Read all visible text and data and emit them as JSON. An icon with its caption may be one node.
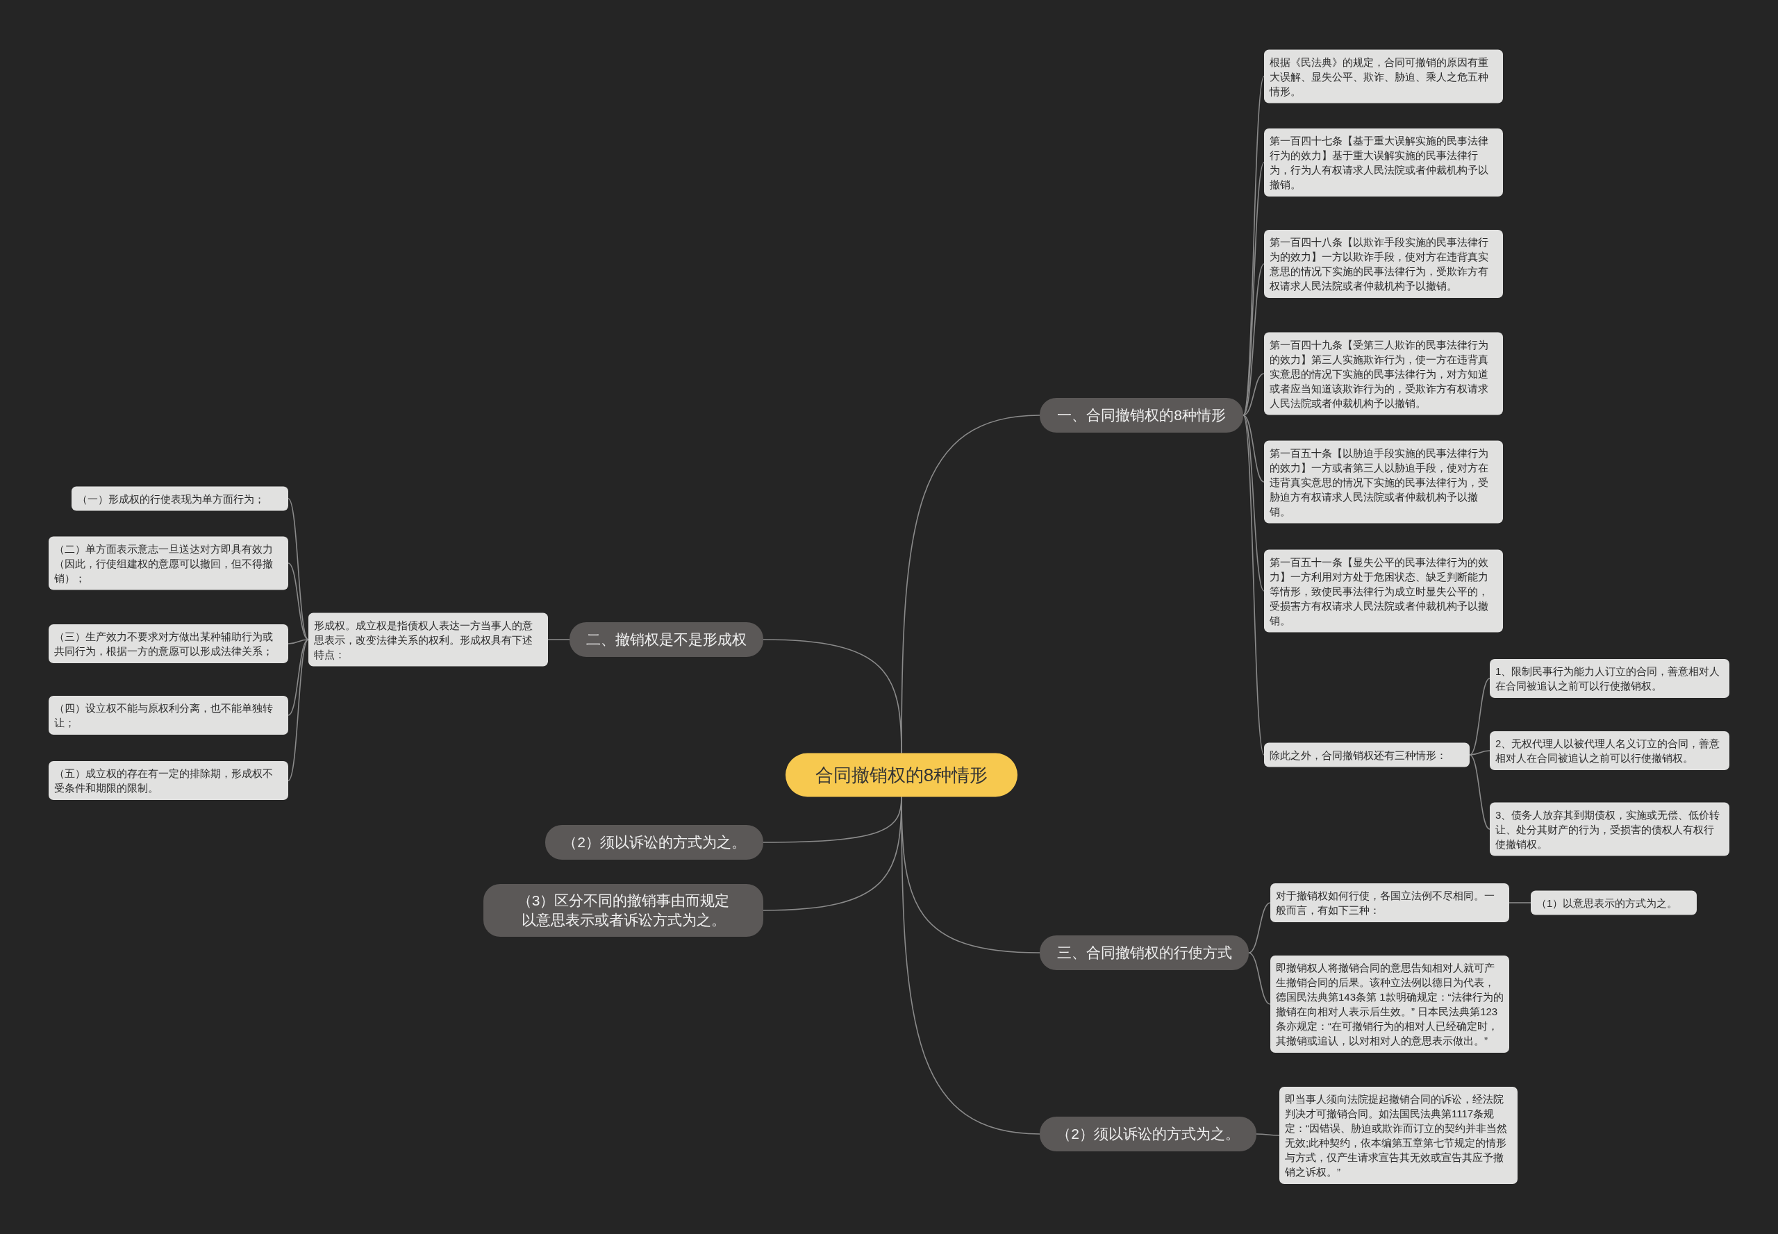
{
  "diagram": {
    "nodes": [
      {
        "text": [
          "合同撤销权的8种情形"
        ]
      },
      {
        "text": [
          "一、合同撤销权的8种情形"
        ]
      },
      {
        "text": [
          "根据《民法典》的规定，合同可撤销的原因有重大误解、显失公平、欺诈、胁迫、乘人之危五种情形。"
        ]
      },
      {
        "text": [
          "第一百四十七条【基于重大误解实施的民事法律行为的效力】基于重大误解实施的民事法律行为，行为人有权请求人民法院或者仲裁机构予以撤销。"
        ]
      },
      {
        "text": [
          "第一百四十八条【以欺诈手段实施的民事法律行为的效力】一方以欺诈手段，使对方在违背真实意思的情况下实施的民事法律行为，受欺诈方有权请求人民法院或者仲裁机构予以撤销。"
        ]
      },
      {
        "text": [
          "第一百四十九条【受第三人欺诈的民事法律行为的效力】第三人实施欺诈行为，使一方在违背真实意思的情况下实施的民事法律行为，对方知道或者应当知道该欺诈行为的，受欺诈方有权请求人民法院或者仲裁机构予以撤销。"
        ]
      },
      {
        "text": [
          "第一百五十条【以胁迫手段实施的民事法律行为的效力】一方或者第三人以胁迫手段，使对方在违背真实意思的情况下实施的民事法律行为，受胁迫方有权请求人民法院或者仲裁机构予以撤销。"
        ]
      },
      {
        "text": [
          "第一百五十一条【显失公平的民事法律行为的效力】一方利用对方处于危困状态、缺乏判断能力等情形，致使民事法律行为成立时显失公平的，受损害方有权请求人民法院或者仲裁机构予以撤销。"
        ]
      },
      {
        "text": [
          "除此之外，合同撤销权还有三种情形："
        ]
      },
      {
        "text": [
          "1、限制民事行为能力人订立的合同，善意相对人在合同被追认之前可以行使撤销权。"
        ]
      },
      {
        "text": [
          "2、无权代理人以被代理人名义订立的合同，善意相对人在合同被追认之前可以行使撤销权。"
        ]
      },
      {
        "text": [
          "3、债务人放弃其到期债权，实施或无偿、低价转让、处分其财产的行为，受损害的债权人有权行使撤销权。"
        ]
      },
      {
        "text": [
          "二、撤销权是不是形成权"
        ]
      },
      {
        "text": [
          "形成权。成立权是指债权人表达一方当事人的意思表示，改变法律关系的权利。形成权具有下述特点："
        ]
      },
      {
        "text": [
          "（一）形成权的行使表现为单方面行为；"
        ]
      },
      {
        "text": [
          "（二）单方面表示意志一旦送达对方即具有效力（因此，行使组建权的意愿可以撤回，但不得撤销）；"
        ]
      },
      {
        "text": [
          "（三）生产效力不要求对方做出某种辅助行为或共同行为，根据一方的意愿可以形成法律关系；"
        ]
      },
      {
        "text": [
          "（四）设立权不能与原权利分离，也不能单独转让；"
        ]
      },
      {
        "text": [
          "（五）成立权的存在有一定的排除期，形成权不受条件和期限的限制。"
        ]
      },
      {
        "text": [
          "（2）须以诉讼的方式为之。"
        ]
      },
      {
        "text": [
          "（3）区分不同的撤销事由而规定以意思表示或者诉讼方式为之。"
        ]
      },
      {
        "text": [
          "三、合同撤销权的行使方式"
        ]
      },
      {
        "text": [
          "对于撤销权如何行使，各国立法例不尽相同。一般而言，有如下三种："
        ]
      },
      {
        "text": [
          "（1）以意思表示的方式为之。"
        ]
      },
      {
        "text": [
          "即撤销权人将撤销合同的意思告知相对人就可产生撤销合同的后果。该种立法例以德日为代表，德国民法典第143条第 1款明确规定：“法律行为的撤销在向相对人表示后生效。” 日本民法典第123条亦规定：“在可撤销行为的相对人已经确定时，其撤销或追认，以对相对人的意思表示做出。”"
        ]
      },
      {
        "text": [
          "（2）须以诉讼的方式为之。"
        ]
      },
      {
        "text": [
          "即当事人须向法院提起撤销合同的诉讼，经法院判决才可撤销合同。如法国民法典第1117条规定：“因错误、胁迫或欺诈而订立的契约并非当然无效;此种契约，依本编第五章第七节规定的情形与方式，仅产生请求宣告其无效或宣告其应予撤销之诉权。”"
        ]
      }
    ],
    "edges": [
      {
        "from": 0,
        "to": 1,
        "arrow": "none"
      },
      {
        "from": 1,
        "to": 2,
        "arrow": "none"
      },
      {
        "from": 1,
        "to": 3,
        "arrow": "none"
      },
      {
        "from": 1,
        "to": 4,
        "arrow": "none"
      },
      {
        "from": 1,
        "to": 5,
        "arrow": "none"
      },
      {
        "from": 1,
        "to": 6,
        "arrow": "none"
      },
      {
        "from": 1,
        "to": 7,
        "arrow": "none"
      },
      {
        "from": 1,
        "to": 8,
        "arrow": "none"
      },
      {
        "from": 8,
        "to": 9,
        "arrow": "none"
      },
      {
        "from": 8,
        "to": 10,
        "arrow": "none"
      },
      {
        "from": 8,
        "to": 11,
        "arrow": "none"
      },
      {
        "from": 0,
        "to": 12,
        "arrow": "none"
      },
      {
        "from": 12,
        "to": 13,
        "arrow": "none"
      },
      {
        "from": 13,
        "to": 14,
        "arrow": "none"
      },
      {
        "from": 13,
        "to": 15,
        "arrow": "none"
      },
      {
        "from": 13,
        "to": 16,
        "arrow": "none"
      },
      {
        "from": 13,
        "to": 17,
        "arrow": "none"
      },
      {
        "from": 13,
        "to": 18,
        "arrow": "none"
      },
      {
        "from": 0,
        "to": 19,
        "arrow": "none"
      },
      {
        "from": 0,
        "to": 20,
        "arrow": "none"
      },
      {
        "from": 0,
        "to": 21,
        "arrow": "none"
      },
      {
        "from": 21,
        "to": 22,
        "arrow": "none"
      },
      {
        "from": 22,
        "to": 23,
        "arrow": "none"
      },
      {
        "from": 21,
        "to": 24,
        "arrow": "none"
      },
      {
        "from": 0,
        "to": 25,
        "arrow": "none"
      },
      {
        "from": 25,
        "to": 26,
        "arrow": "none"
      }
    ]
  }
}
